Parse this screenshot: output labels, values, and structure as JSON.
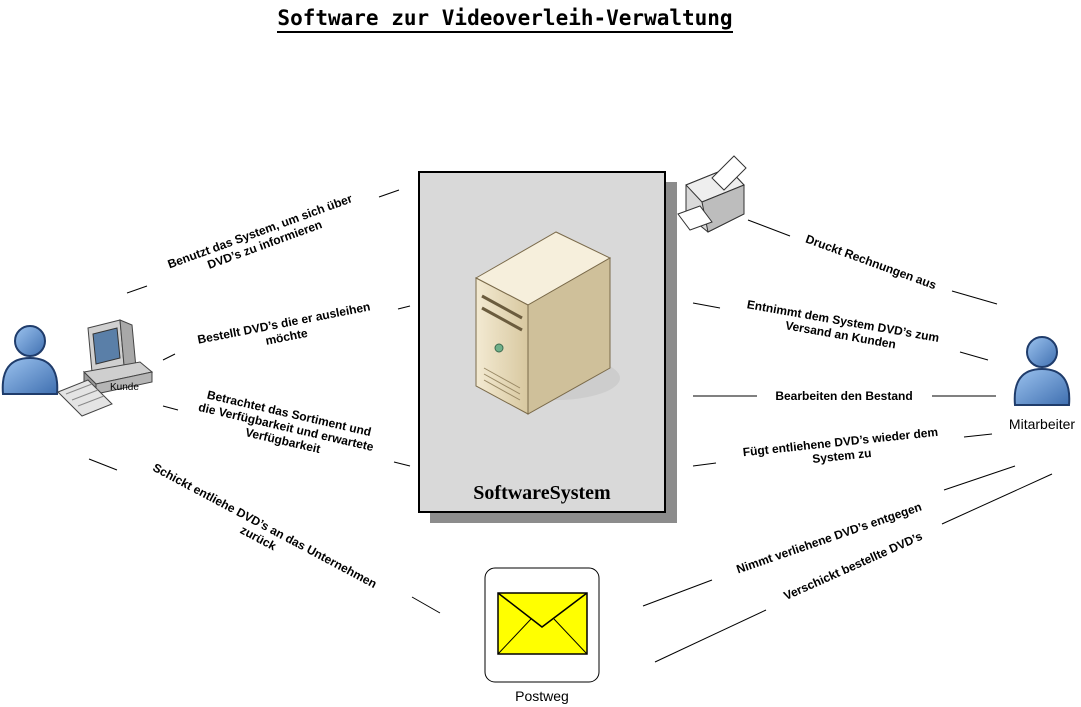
{
  "title": "Software zur Videoverleih-Verwaltung",
  "system_name": "SoftwareSystem",
  "actors": {
    "kunde": "Kunde",
    "mitarbeiter": "Mitarbeiter",
    "postweg": "Postweg"
  },
  "edges": {
    "kunde_info": [
      "Benutzt das System, um sich über",
      "DVD’s zu informieren"
    ],
    "kunde_bestellt": [
      "Bestellt DVD’s die er ausleihen",
      "möchte"
    ],
    "kunde_betrachtet": [
      "Betrachtet das Sortiment und",
      "die Verfügbarkeit und erwartete",
      "Verfügbarkeit"
    ],
    "kunde_schickt": [
      "Schickt entliehe DVD’s an das Unternehmen",
      "zurück"
    ],
    "drucker_druckt": [
      "Druckt Rechnungen aus"
    ],
    "mitarbeiter_entnimmt": [
      "Entnimmt dem System DVD’s zum",
      "Versand an Kunden"
    ],
    "mitarbeiter_bearbeitet": [
      "Bearbeiten den Bestand"
    ],
    "mitarbeiter_fuegt": [
      "Fügt entliehene DVD’s wieder dem",
      "System zu"
    ],
    "post_nimmt": [
      "Nimmt verliehene DVD’s entgegen"
    ],
    "post_verschickt": [
      "Verschickt bestellte DVD’s"
    ]
  },
  "colors": {
    "system_fill": "#d9d9d9",
    "system_shadow": "#8c8c8c",
    "person_fill": "#4f81bd",
    "envelope_fill": "#ffff00",
    "server_fill": "#e8dcc0"
  }
}
